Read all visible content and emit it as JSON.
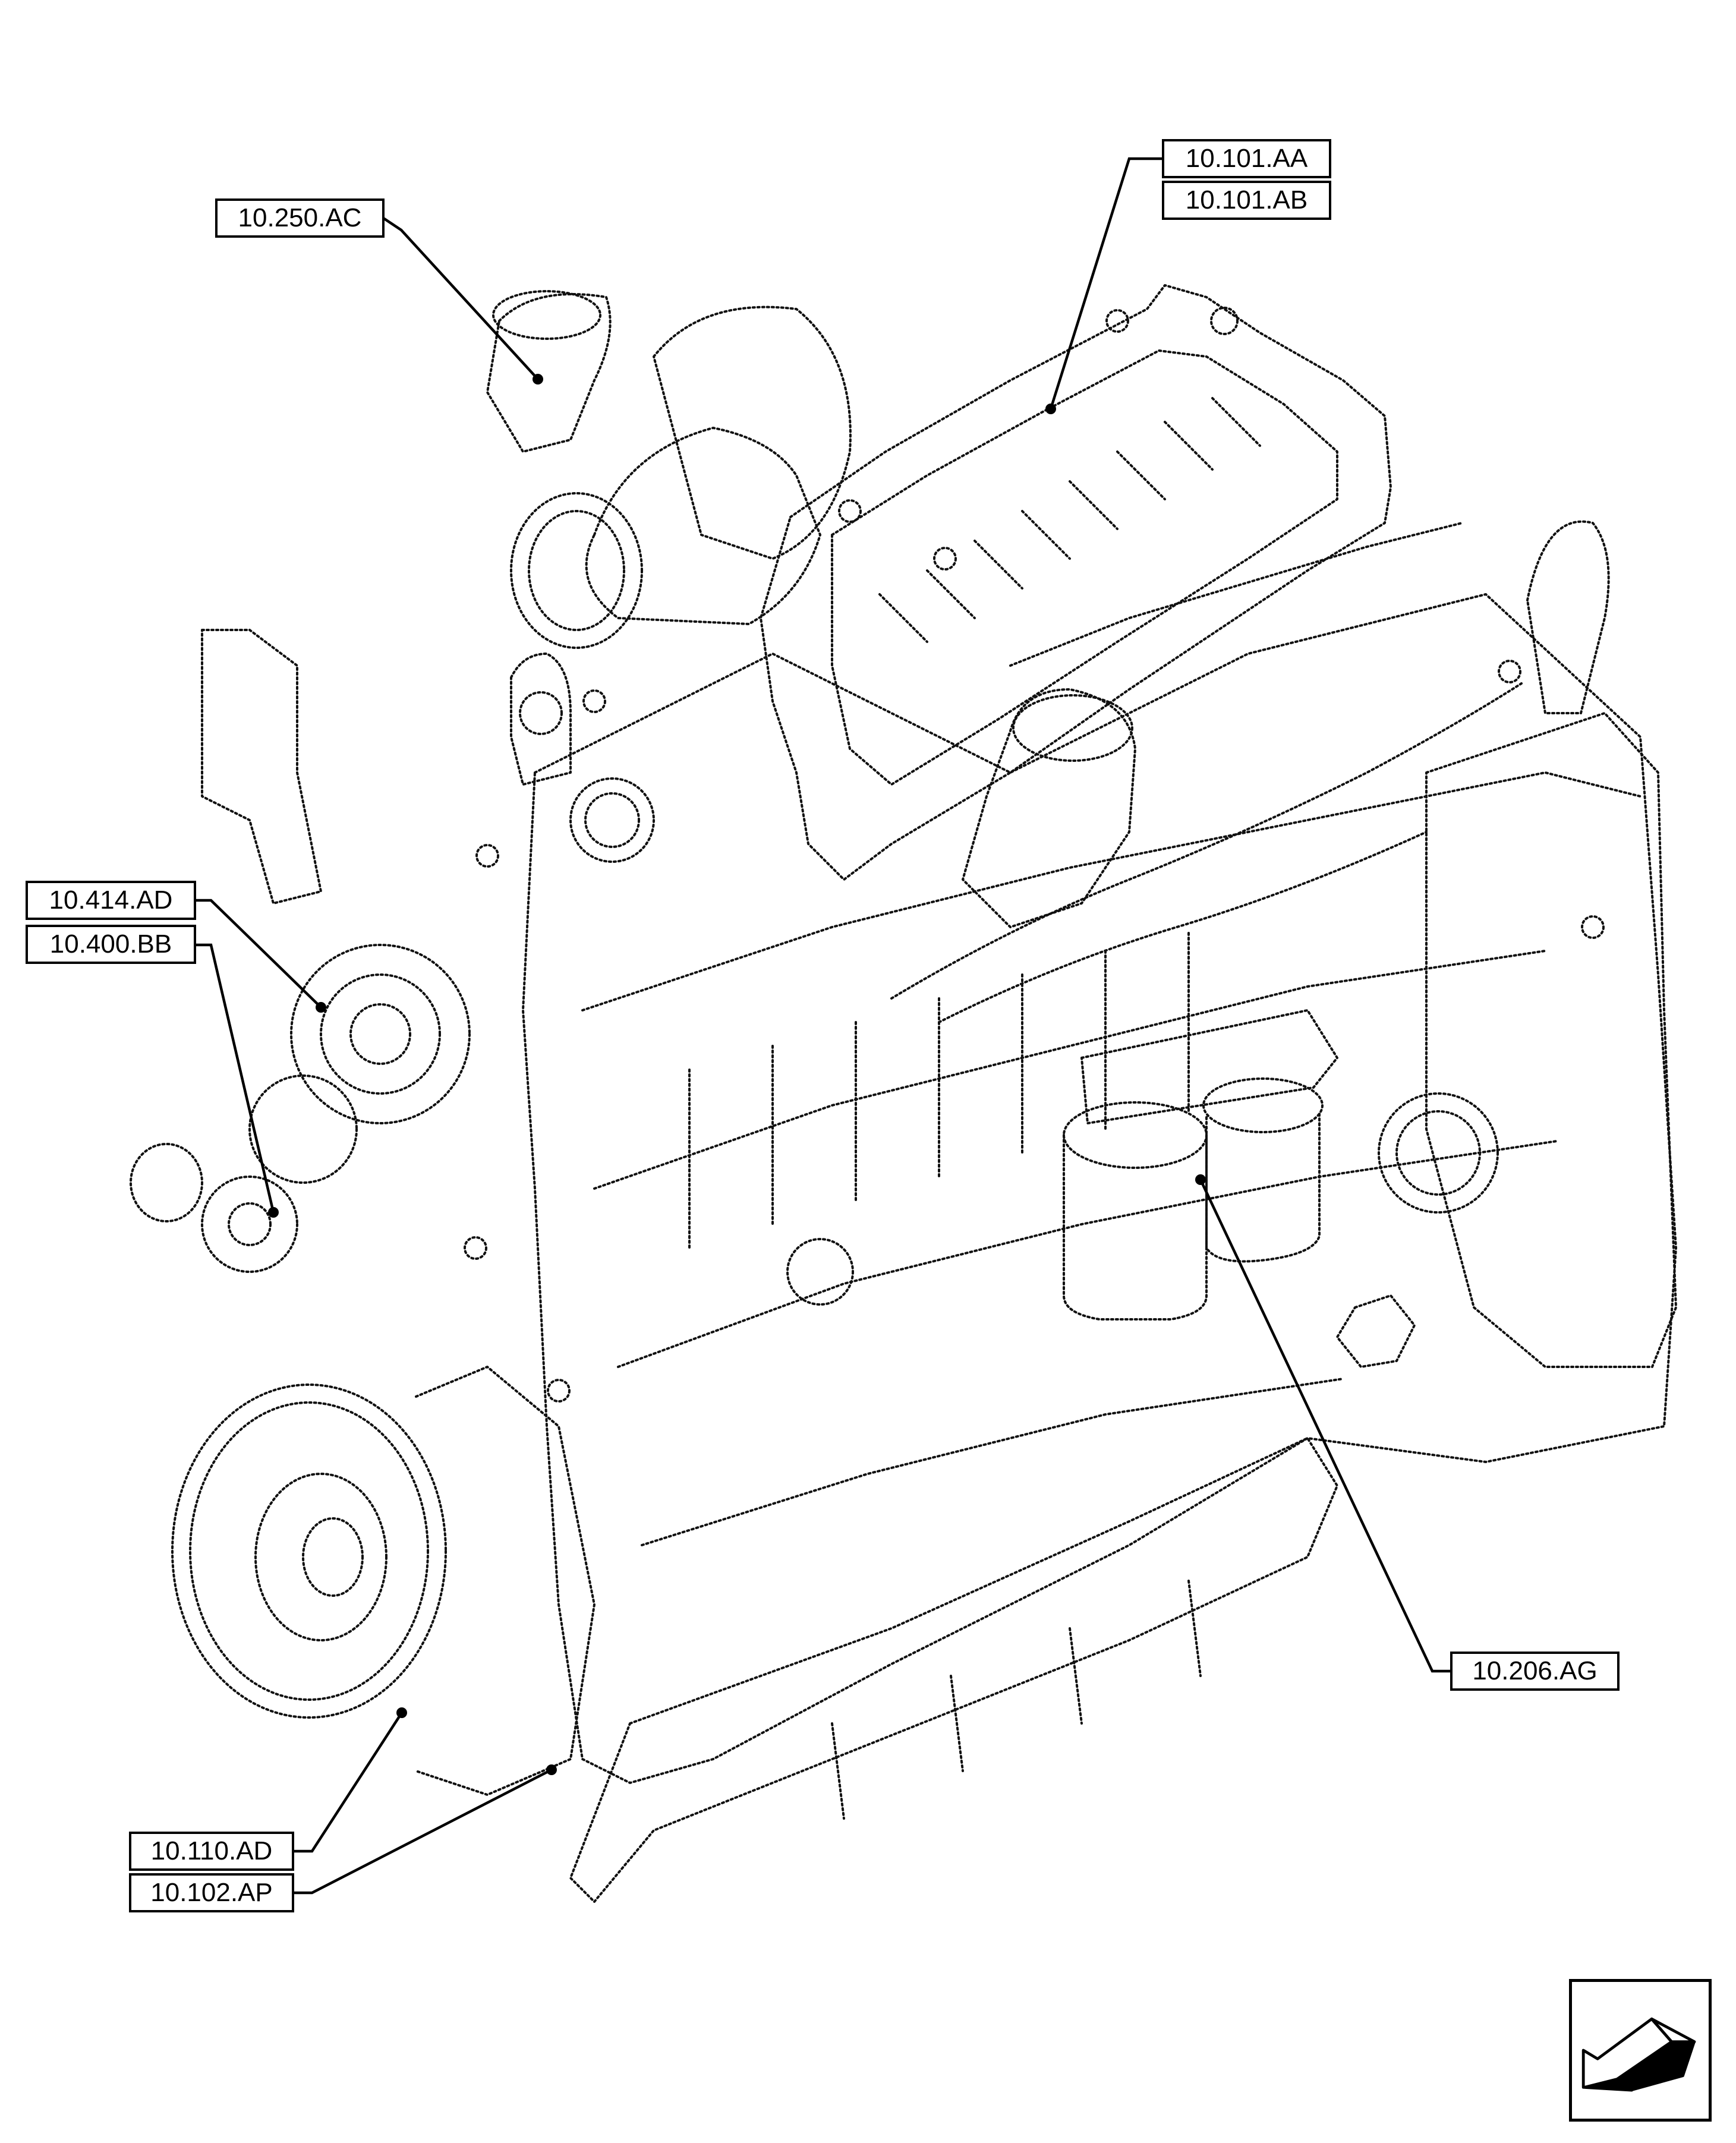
{
  "diagram": {
    "callouts": [
      {
        "id": "c-101-aa",
        "label": "10.101.AA"
      },
      {
        "id": "c-101-ab",
        "label": "10.101.AB"
      },
      {
        "id": "c-250-ac",
        "label": "10.250.AC"
      },
      {
        "id": "c-414-ad",
        "label": "10.414.AD"
      },
      {
        "id": "c-400-bb",
        "label": "10.400.BB"
      },
      {
        "id": "c-206-ag",
        "label": "10.206.AG"
      },
      {
        "id": "c-110-ad",
        "label": "10.110.AD"
      },
      {
        "id": "c-102-ap",
        "label": "10.102.AP"
      }
    ],
    "navigation_icon": "next-page-arrow-icon"
  }
}
